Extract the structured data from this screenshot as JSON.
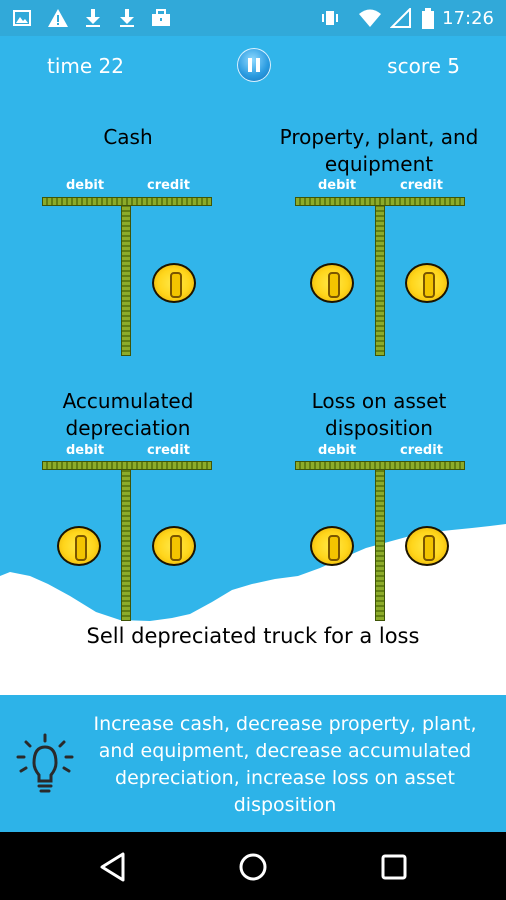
{
  "status_bar": {
    "clock": "17:26",
    "left_icons": [
      "image-icon",
      "warning-icon",
      "download-icon",
      "download-icon",
      "briefcase-icon"
    ],
    "right_icons": [
      "vibrate-icon",
      "wifi-icon",
      "signal-icon",
      "battery-icon"
    ]
  },
  "hud": {
    "time": "time 22",
    "score": "score 5"
  },
  "accounts": [
    {
      "title": "Cash",
      "debit": "debit",
      "credit": "credit"
    },
    {
      "title": "Property, plant, and equipment",
      "debit": "debit",
      "credit": "credit"
    },
    {
      "title": "Accumulated depreciation",
      "debit": "debit",
      "credit": "credit"
    },
    {
      "title": "Loss on asset disposition",
      "debit": "debit",
      "credit": "credit"
    }
  ],
  "prompt": "Sell depreciated truck for a loss",
  "hint": "Increase cash, decrease property, plant, and equipment, decrease accumulated depreciation, increase loss on asset disposition",
  "colors": {
    "sky": "#31b5ea",
    "hint_panel": "#2db3e8",
    "t_bar": "#8cab2a",
    "coin": "#ffd51b"
  }
}
